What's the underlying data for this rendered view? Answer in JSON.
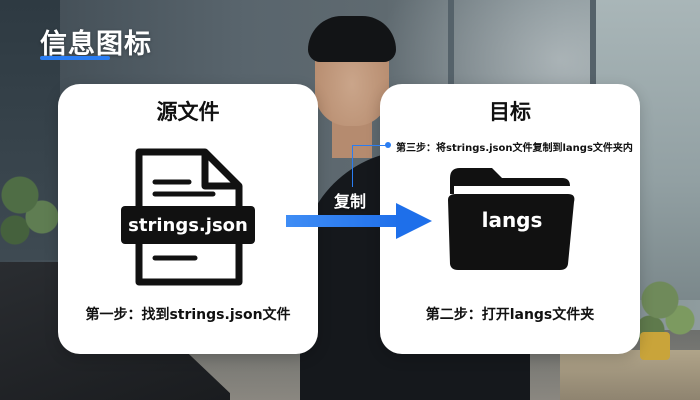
{
  "title": "信息图标",
  "source_card": {
    "heading": "源文件",
    "filename": "strings.json",
    "caption": "第一步：找到strings.json文件"
  },
  "target_card": {
    "heading": "目标",
    "folder_name": "langs",
    "caption": "第二步：打开langs文件夹"
  },
  "step3_note": "第三步：将strings.json文件复制到langs文件夹内",
  "copy_label": "复制",
  "colors": {
    "accent": "#2a7df2",
    "arrow": "#1e6fea",
    "card": "#ffffff",
    "icon": "#111111"
  },
  "icons": [
    "file-icon",
    "folder-icon",
    "arrow-right-icon"
  ]
}
